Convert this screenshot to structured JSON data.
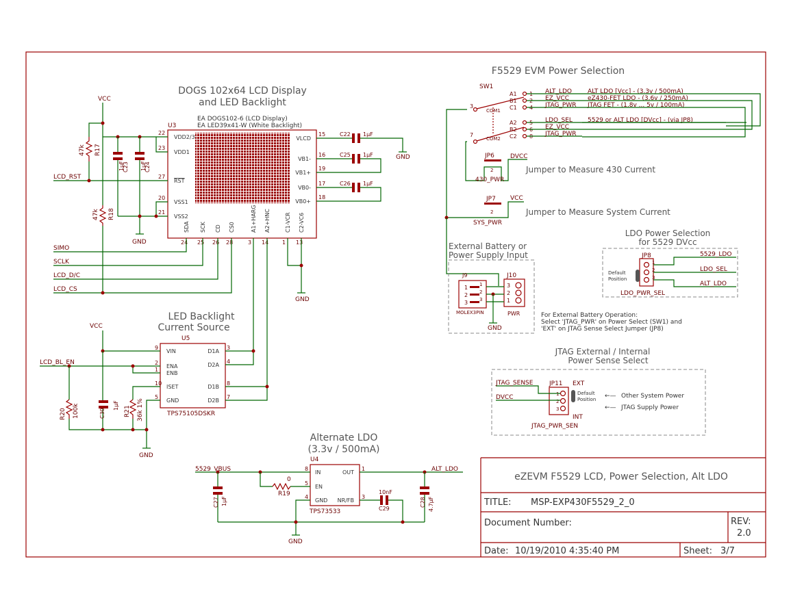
{
  "sections": {
    "lcd_title_1": "DOGS 102x64 LCD Display",
    "lcd_title_2": "and LED Backlight",
    "power_title": "F5529 EVM Power Selection",
    "backlight_title_1": "LED Backlight",
    "backlight_title_2": "Current Source",
    "alt_ldo_title_1": "Alternate LDO",
    "alt_ldo_title_2": "(3.3v / 500mA)",
    "ext_batt_title_1": "External Battery or",
    "ext_batt_title_2": "Power Supply Input",
    "ldo_sel_title_1": "LDO Power Selection",
    "ldo_sel_title_2": "for 5529 DVcc",
    "jtag_title_1": "JTAG External / Internal",
    "jtag_title_2": "Power Sense Select"
  },
  "lcd": {
    "ref": "U3",
    "part_1": "EA DOGS102-6 (LCD Display)",
    "part_2": "EA LED39x41-W (White Backlight)",
    "left_pins": [
      {
        "num": "22",
        "name": "VDD2/3"
      },
      {
        "num": "23",
        "name": "VDD1"
      },
      {
        "num": "27",
        "name": "RST"
      },
      {
        "num": "20",
        "name": "VSS1"
      },
      {
        "num": "21",
        "name": "VSS2"
      }
    ],
    "right_pins": [
      {
        "num": "15",
        "name": "VLCD"
      },
      {
        "num": "16",
        "name": "VB1-"
      },
      {
        "num": "19",
        "name": "VB1+"
      },
      {
        "num": "17",
        "name": "VB0-"
      },
      {
        "num": "18",
        "name": "VB0+"
      }
    ],
    "bottom_pins": [
      {
        "num": "24",
        "name": "SDA"
      },
      {
        "num": "25",
        "name": "SCK"
      },
      {
        "num": "26",
        "name": "CD"
      },
      {
        "num": "28",
        "name": "CS0"
      },
      {
        "num": "3",
        "name": "A1+HARG"
      },
      {
        "num": "14",
        "name": "A2+HNC"
      },
      {
        "num": "1",
        "name": "C1-VCR"
      },
      {
        "num": "13",
        "name": "C2-VC6"
      }
    ]
  },
  "nets": {
    "vcc": "VCC",
    "gnd": "GND",
    "lcd_rst": "LCD_RST",
    "simo": "SIMO",
    "sclk": "SCLK",
    "lcd_dc": "LCD_D/C",
    "lcd_cs": "LCD_CS",
    "lcd_bl_en": "LCD_BL_EN",
    "vbus": "5529_VBUS",
    "alt_ldo": "ALT_LDO",
    "dvcc": "DVCC",
    "jtag_sense": "JTAG_SENSE",
    "ldo_5529": "5529_LDO",
    "ldo_sel": "LDO_SEL",
    "ez_vcc": "EZ_VCC",
    "jtag_pwr": "JTAG_PWR"
  },
  "components": {
    "r17": {
      "ref": "R17",
      "value": "47k"
    },
    "r18": {
      "ref": "R18",
      "value": "47k"
    },
    "c23": {
      "ref": "C23",
      "value": "1µF"
    },
    "c24": {
      "ref": "C24",
      "value": "1µF"
    },
    "c22": {
      "ref": "C22",
      "value": "1µF"
    },
    "c25": {
      "ref": "C25",
      "value": "1µF"
    },
    "c26": {
      "ref": "C26",
      "value": "1µF"
    },
    "r20": {
      "ref": "R20",
      "value": "100k"
    },
    "c30": {
      "ref": "C30",
      "value": "1µF"
    },
    "r21": {
      "ref": "R21",
      "value": "36k 1%"
    },
    "c27": {
      "ref": "C27",
      "value": "1µF"
    },
    "r19": {
      "ref": "R19",
      "value": "0"
    },
    "c29": {
      "ref": "C29",
      "value": "10nF"
    },
    "c28": {
      "ref": "C28",
      "value": "4.7µF"
    }
  },
  "u5": {
    "ref": "U5",
    "part": "TPS75105DSKR",
    "left_pins": [
      {
        "num": "9",
        "name": "VIN"
      },
      {
        "num": "2",
        "name": "ENA"
      },
      {
        "num": "1",
        "name": "ENB"
      },
      {
        "num": "10",
        "name": "ISET"
      },
      {
        "num": "5",
        "name": "GND"
      }
    ],
    "right_pins": [
      {
        "num": "3",
        "name": "D1A"
      },
      {
        "num": "4",
        "name": "D2A"
      },
      {
        "num": "8",
        "name": "D1B"
      },
      {
        "num": "7",
        "name": "D2B"
      }
    ]
  },
  "u4": {
    "ref": "U4",
    "part": "TPS73533",
    "pins": [
      {
        "num": "8",
        "name": "IN"
      },
      {
        "num": "5",
        "name": "EN"
      },
      {
        "num": "4",
        "name": "GND"
      },
      {
        "num": "1",
        "name": "OUT"
      },
      {
        "num": "3",
        "name": "NR/FB"
      }
    ]
  },
  "sw1": {
    "ref": "SW1",
    "com1_pin": "3",
    "com2_pin": "7",
    "com1": "COM1",
    "com2": "COM2",
    "contacts": [
      {
        "tag": "A1",
        "num": "1",
        "net": "ALT_LDO",
        "desc": "ALT LDO [Vcc] - (3.3v / 500mA)"
      },
      {
        "tag": "B1",
        "num": "2",
        "net": "EZ_VCC",
        "desc": "eZ430-FET LDO - (3.6v / 250mA)"
      },
      {
        "tag": "C1",
        "num": "4",
        "net": "JTAG_PWR",
        "desc": "JTAG FET - (1.8v ... 5v / 100mA)"
      },
      {
        "tag": "A2",
        "num": "5",
        "net": "LDO_SEL",
        "desc": "5529 or ALT LDO [DVcc] - (via JP8)"
      },
      {
        "tag": "B2",
        "num": "6",
        "net": "EZ_VCC",
        "desc": ""
      },
      {
        "tag": "C2",
        "num": "8",
        "net": "JTAG_PWR",
        "desc": ""
      }
    ]
  },
  "jumpers": {
    "jp6": {
      "ref": "JP6",
      "name": "430_PWR",
      "pin": "2",
      "note": "Jumper to Measure 430 Current"
    },
    "jp7": {
      "ref": "JP7",
      "name": "SYS_PWR",
      "pin": "2",
      "note": "Jumper to Measure System Current"
    },
    "jp8": {
      "ref": "JP8",
      "name": "LDO_PWR_SEL",
      "default": [
        "Default",
        "Position"
      ]
    },
    "jp11": {
      "ref": "JP11",
      "name": "JTAG_PWR_SEN",
      "ext": "EXT",
      "int": "INT",
      "default": [
        "Default",
        "Position"
      ]
    }
  },
  "connectors": {
    "j9": {
      "ref": "J9",
      "name": "MOLEX3PIN"
    },
    "j10": {
      "ref": "J10",
      "name": "PWR"
    }
  },
  "notes": {
    "ext_batt_1": "For External Battery Operation:",
    "ext_batt_2": "Select 'JTAG_PWR' on Power Select (SW1) and",
    "ext_batt_3": "'EXT' on JTAG Sense Select Jumper (JP8)",
    "other_power": "Other System Power",
    "jtag_supply": "JTAG Supply Power"
  },
  "title_block": {
    "heading": "eZEVM F5529 LCD, Power Selection, Alt LDO",
    "title_label": "TITLE:",
    "title_value": "MSP-EXP430F5529_2_0",
    "doc_label": "Document Number:",
    "rev_label": "REV:",
    "rev_value": "2.0",
    "date_label": "Date:",
    "date_value": "10/19/2010 4:35:40 PM",
    "sheet_label": "Sheet:",
    "sheet_value": "3/7"
  }
}
